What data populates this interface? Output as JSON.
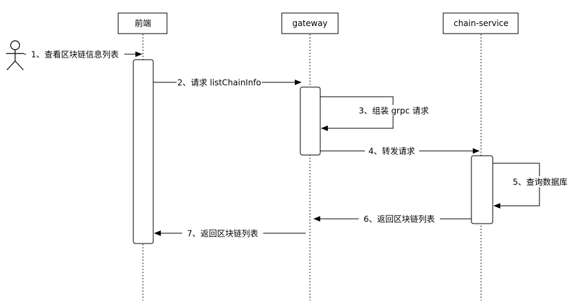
{
  "participants": {
    "actor": {
      "label": ""
    },
    "frontend": {
      "label": "前端"
    },
    "gateway": {
      "label": "gateway"
    },
    "chain_service": {
      "label": "chain-service"
    }
  },
  "messages": [
    {
      "label": "1、查看区块链信息列表"
    },
    {
      "label": "2、请求 listChainInfo"
    },
    {
      "label": "3、组装 grpc 请求"
    },
    {
      "label": "4、转发请求"
    },
    {
      "label": "5、查询数据库"
    },
    {
      "label": "6、返回区块链列表"
    },
    {
      "label": "7、返回区块链列表"
    }
  ]
}
